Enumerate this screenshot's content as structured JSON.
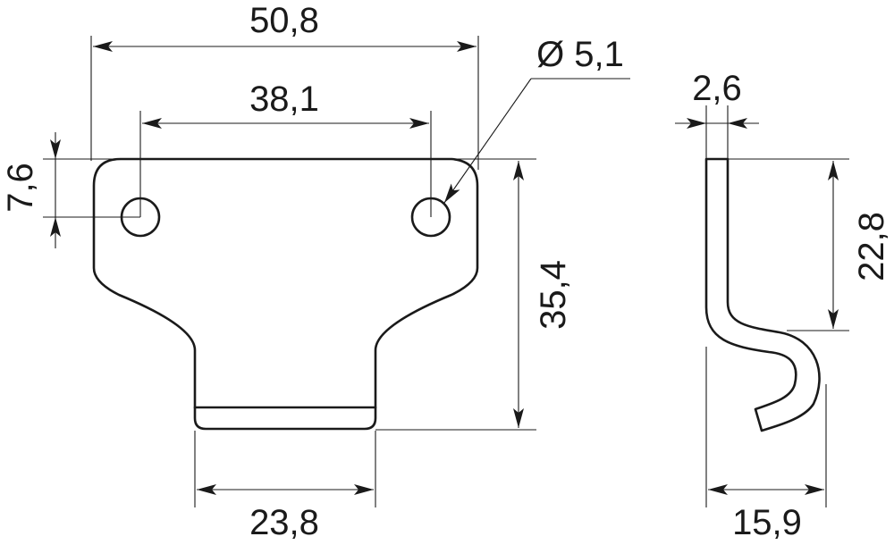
{
  "dimensions": {
    "overall_width": "50,8",
    "hole_spacing": "38,1",
    "hole_diameter": "Ø 5,1",
    "hole_offset": "7,6",
    "height": "35,4",
    "tab_width": "23,8",
    "thickness": "2,6",
    "profile_height": "22,8",
    "profile_depth": "15,9"
  },
  "colors": {
    "line": "#1a1a1a",
    "background": "#ffffff"
  }
}
